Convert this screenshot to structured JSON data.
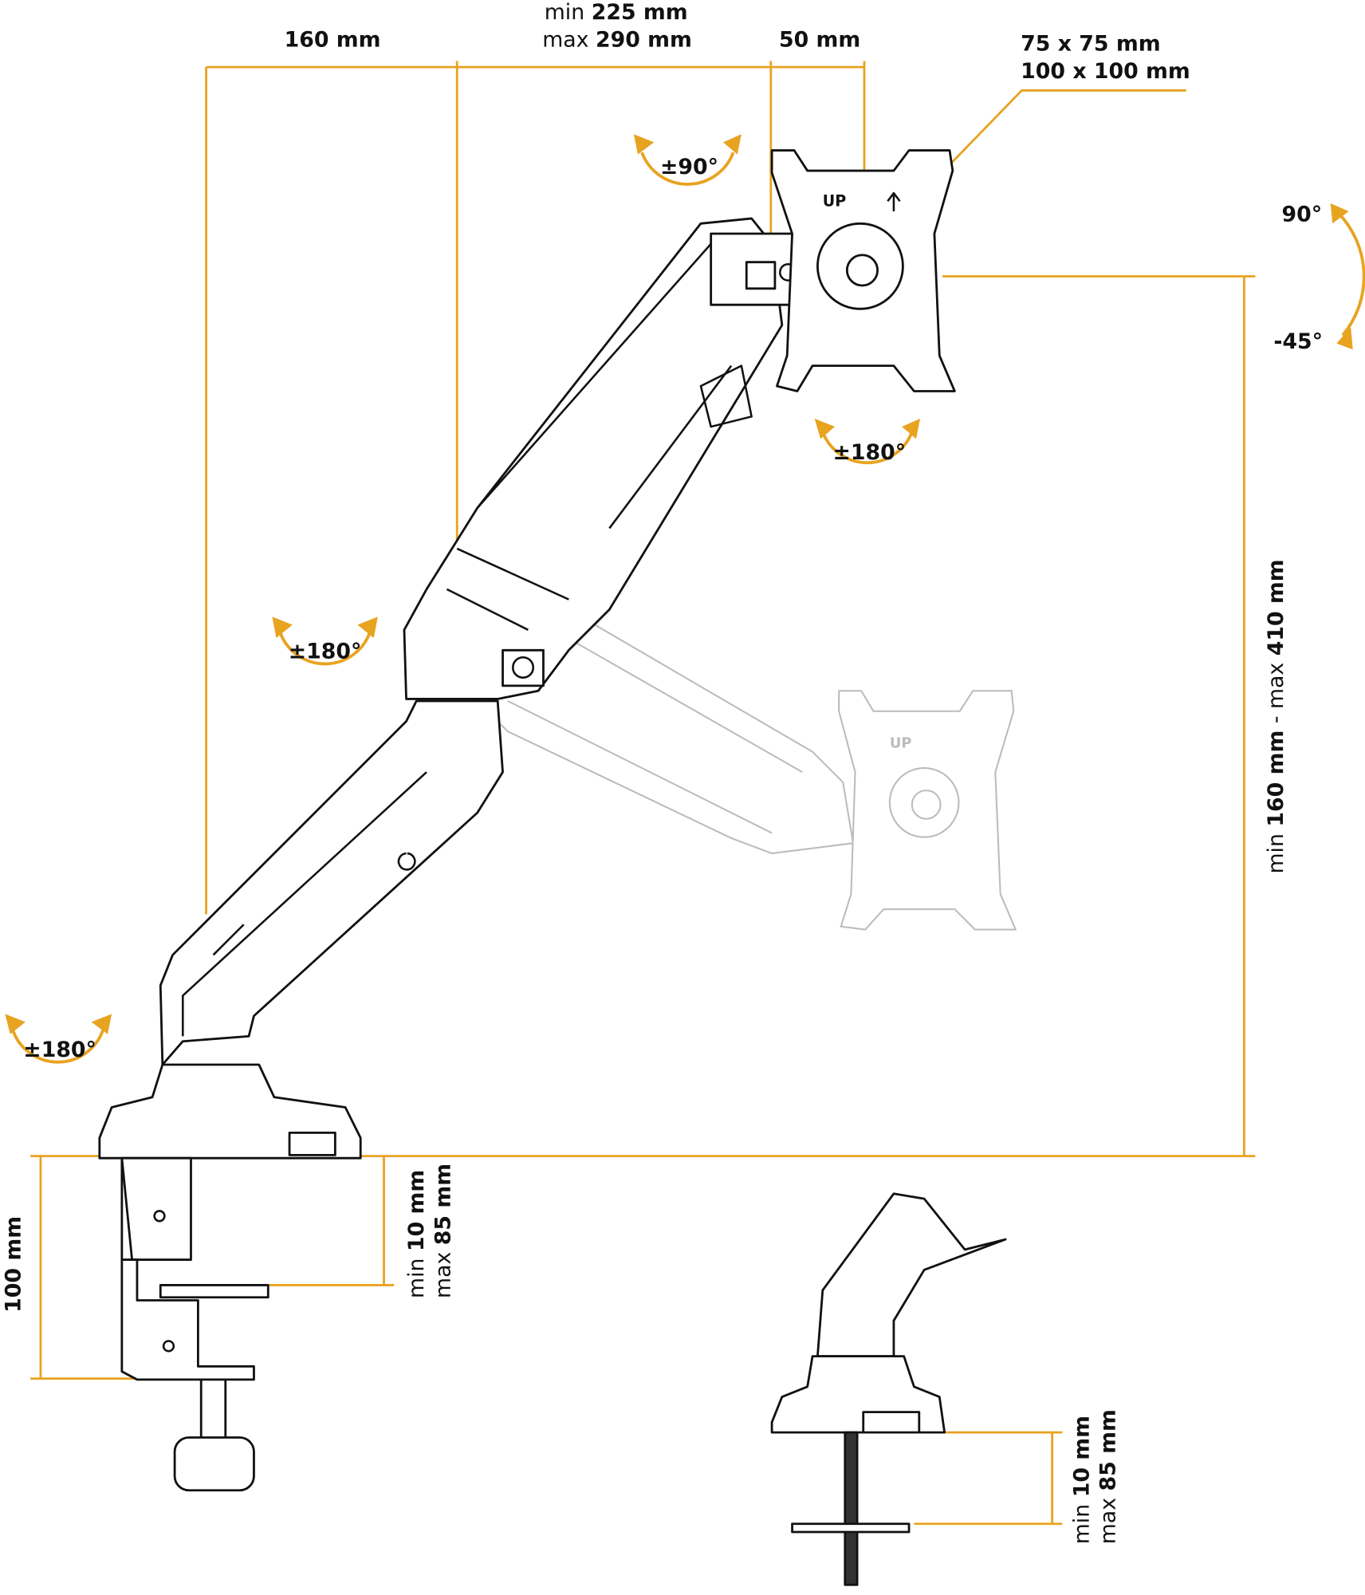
{
  "colors": {
    "dimension": "#E8A321",
    "ink": "#111111",
    "ghost": "#BBBBBB"
  },
  "dimensions": {
    "shoulder_to_elbow": "160 mm",
    "reach": {
      "min_label": "min",
      "min_value": "225 mm",
      "max_label": "max",
      "max_value": "290 mm"
    },
    "head_offset": "50 mm",
    "vesa": {
      "line1": "75 x 75 mm",
      "line2": "100 x 100 mm"
    },
    "tilt": {
      "up": "90°",
      "down": "-45°"
    },
    "height": {
      "min_label": "min ",
      "min_value": "160 mm",
      "sep": " - max ",
      "max_value": "410 mm"
    },
    "clamp_height": "100 mm",
    "clamp_desk": {
      "min_label": "min ",
      "min_value": "10 mm",
      "max_label": "max ",
      "max_value": "85 mm"
    },
    "grommet_desk": {
      "min_label": "min ",
      "min_value": "10 mm",
      "max_label": "max ",
      "max_value": "85 mm"
    }
  },
  "rotations": {
    "head": "±90°",
    "swivel_plate": "±180°",
    "elbow": "±180°",
    "base": "±180°"
  },
  "plate": {
    "up_label": "UP"
  }
}
